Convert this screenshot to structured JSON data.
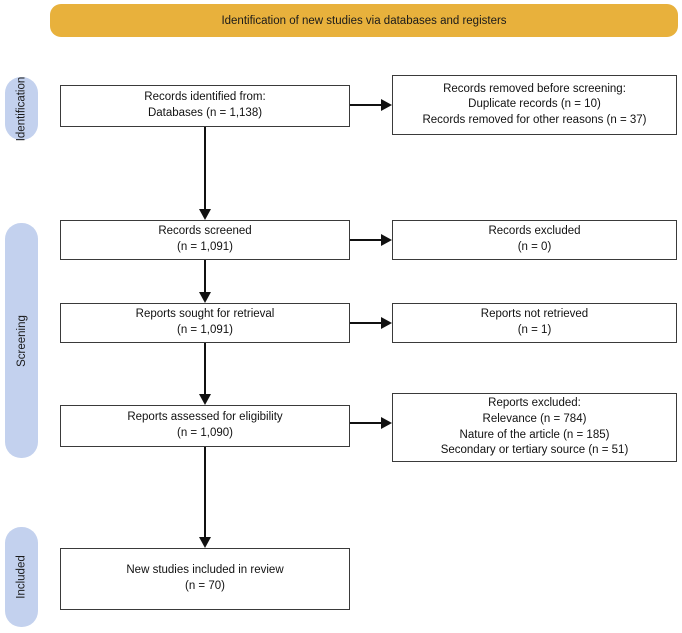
{
  "banner": {
    "label": "Identification of new studies via databases and registers"
  },
  "colors": {
    "banner_bg": "#e8b13c",
    "stage_pill_bg": "#c3d1ee",
    "box_border": "#3a3a3a",
    "text": "#1a1a1a",
    "arrow": "#111111"
  },
  "stages": [
    {
      "label": "Identification"
    },
    {
      "label": "Screening"
    },
    {
      "label": "Included"
    }
  ],
  "flow": {
    "left_boxes": [
      {
        "lines": [
          "Records identified from:",
          "Databases (n = 1,138)"
        ]
      },
      {
        "lines": [
          "Records screened",
          "(n = 1,091)"
        ]
      },
      {
        "lines": [
          "Reports sought for retrieval",
          "(n = 1,091)"
        ]
      },
      {
        "lines": [
          "Reports assessed for eligibility",
          "(n = 1,090)"
        ]
      },
      {
        "lines": [
          "New studies included in review",
          "(n = 70)"
        ]
      }
    ],
    "right_boxes": [
      {
        "lines": [
          "Records removed before screening:",
          "Duplicate records (n = 10)",
          "Records removed for other reasons (n = 37)"
        ]
      },
      {
        "lines": [
          "Records excluded",
          "(n = 0)"
        ]
      },
      {
        "lines": [
          "Reports not retrieved",
          "(n = 1)"
        ]
      },
      {
        "lines": [
          "Reports excluded:",
          "Relevance (n = 784)",
          "Nature of the article (n = 185)",
          "Secondary or tertiary source (n = 51)"
        ]
      }
    ]
  }
}
